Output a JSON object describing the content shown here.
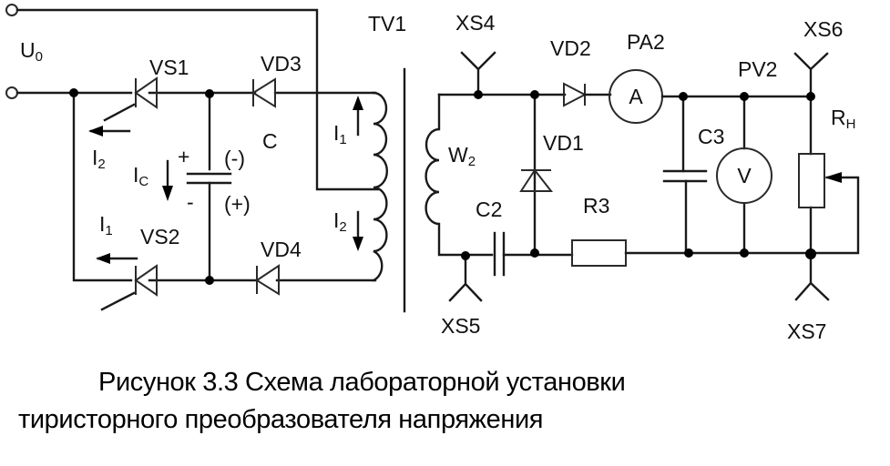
{
  "figure": {
    "caption_line1": "Рисунок 3.3 Схема лабораторной установки",
    "caption_line2": "тиристорного преобразователя напряжения"
  },
  "labels": {
    "u0": "U",
    "u0_sub": "0",
    "vs1": "VS1",
    "vs2": "VS2",
    "vd3": "VD3",
    "vd4": "VD4",
    "c": "C",
    "minus_paren": "(-)",
    "plus_paren": "(+)",
    "plus": "+",
    "minus": "-",
    "ic": "I",
    "ic_sub": "C",
    "i2_left": "I",
    "i2_left_sub": "2",
    "i1_left": "I",
    "i1_left_sub": "1",
    "i1_coil": "I",
    "i1_coil_sub": "1",
    "i2_coil": "I",
    "i2_coil_sub": "2",
    "tv1": "TV1",
    "xs4": "XS4",
    "xs5": "XS5",
    "xs6": "XS6",
    "xs7": "XS7",
    "vd2": "VD2",
    "vd1": "VD1",
    "pa2": "PA2",
    "pv2": "PV2",
    "ammeter": "A",
    "voltmeter": "V",
    "c2": "C2",
    "c3": "C3",
    "r3": "R3",
    "w2": "W",
    "w2_sub": "2",
    "rh": "R",
    "rh_sub": "H"
  },
  "colors": {
    "line": "#1a1a1a",
    "background": "#ffffff"
  }
}
